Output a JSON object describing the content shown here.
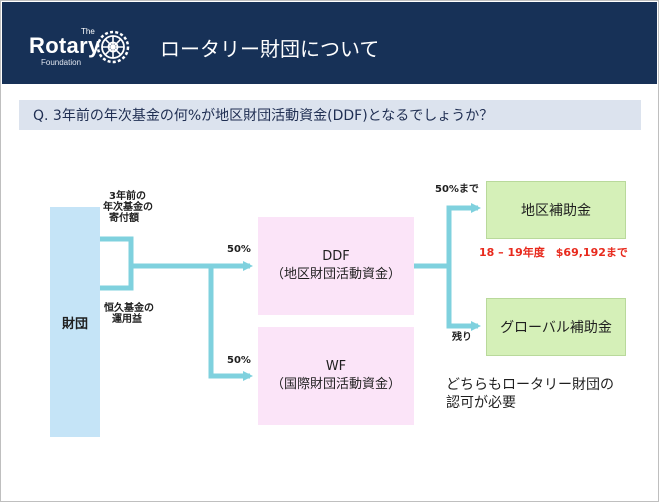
{
  "header": {
    "logo_the": "The",
    "logo_rotary": "Rotary",
    "logo_foundation": "Foundation",
    "title": "ロータリー財団について",
    "logo_icon": "rotary-wheel-icon"
  },
  "question": "Q. 3年前の年次基金の何%が地区財団活動資金(DDF)となるでしょうか？",
  "diagram": {
    "zaidan": "財団",
    "label_annual_1": "3年前の",
    "label_annual_2": "年次基金の",
    "label_annual_3": "寄付額",
    "label_endow_1": "恒久基金の",
    "label_endow_2": "運用益",
    "pct_ddf": "50%",
    "pct_wf": "50%",
    "ddf_title": "DDF",
    "ddf_sub": "（地区財団活動資金）",
    "wf_title": "WF",
    "wf_sub": "（国際財団活動資金）",
    "upto_50": "50%まで",
    "remainder": "残り",
    "district_grant": "地区補助金",
    "global_grant": "グローバル補助金",
    "limit_note": "18 – 19年度　$69,192まで",
    "note_1": "どちらもロータリー財団の",
    "note_2": "認可が必要"
  },
  "colors": {
    "header_bg": "#173157",
    "arrow": "#7fd1de",
    "zaidan_box": "#c5e4f7",
    "fund_box": "#fbe4f8",
    "grant_box": "#d5f0b8",
    "limit_text": "#e8291c"
  }
}
